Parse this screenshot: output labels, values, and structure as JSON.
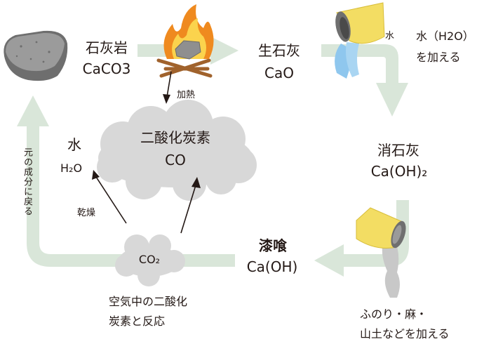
{
  "nodes": {
    "limestone": {
      "name": "石灰岩",
      "formula": "CaCO3"
    },
    "quicklime": {
      "name": "生石灰",
      "formula": "CaO"
    },
    "slaked_lime": {
      "name": "消石灰",
      "formula": "Ca(OH)₂"
    },
    "shikkui": {
      "name": "漆喰",
      "formula": "Ca(OH)"
    },
    "co2": {
      "formula": "CO₂"
    },
    "water_out": {
      "name": "水",
      "formula": "H₂O"
    },
    "co_cloud": {
      "name": "二酸化炭素",
      "formula": "CO"
    }
  },
  "labels": {
    "heating": "加熱",
    "bucket_water": "水",
    "add_water_line1": "水（H2O）",
    "add_water_line2": "を加える",
    "drying": "乾燥",
    "return_original": "元の成分に戻る",
    "reaction_line1": "空気中の二酸化",
    "reaction_line2": "炭素と反応",
    "additives_line1": "ふのり・麻・",
    "additives_line2": "山土などを加える"
  },
  "colors": {
    "cycle_arrow": "#d9e6d9",
    "stone": "#8a8a8a",
    "flame_outer": "#f08a1c",
    "flame_inner": "#fbd14b",
    "bucket": "#f3dd63",
    "water": "#8fc7ee",
    "cloud": "#d8d8d8",
    "plaster_pour": "#c8c8c8"
  }
}
